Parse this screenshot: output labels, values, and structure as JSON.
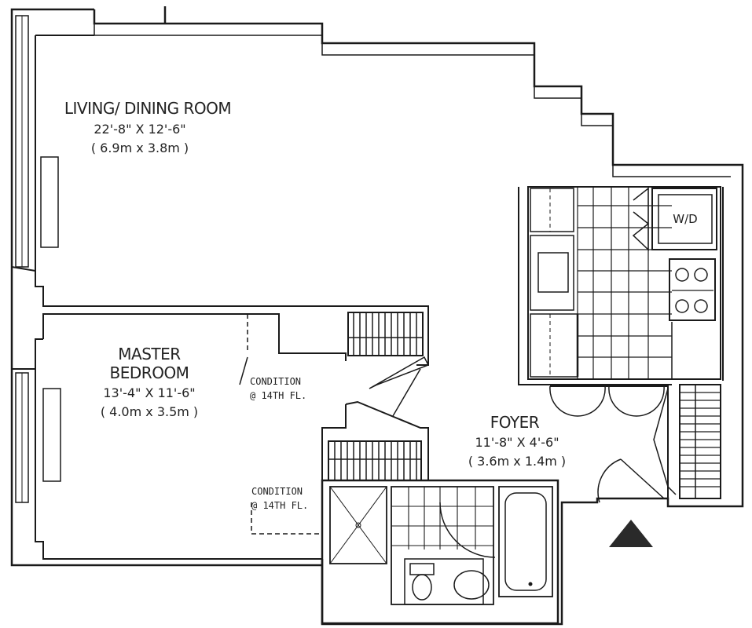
{
  "rooms": {
    "living": {
      "name": "LIVING/ DINING ROOM",
      "dims_imperial": "22'-8\" X 12'-6\"",
      "dims_metric": "( 6.9m x 3.8m )"
    },
    "bedroom": {
      "name_line1": "MASTER",
      "name_line2": "BEDROOM",
      "dims_imperial": "13'-4\" X 11'-6\"",
      "dims_metric": "( 4.0m x 3.5m )"
    },
    "foyer": {
      "name": "FOYER",
      "dims_imperial": "11'-8\" X 4'-6\"",
      "dims_metric": "( 3.6m x 1.4m )"
    }
  },
  "notes": {
    "condition_a_line1": "CONDITION",
    "condition_a_line2": "@ 14TH FL.",
    "condition_b_line1": "CONDITION",
    "condition_b_line2": "@ 14TH FL."
  },
  "appliances": {
    "washer_dryer": "W/D"
  },
  "colors": {
    "line": "#1a1a1a",
    "paper": "#ffffff"
  }
}
